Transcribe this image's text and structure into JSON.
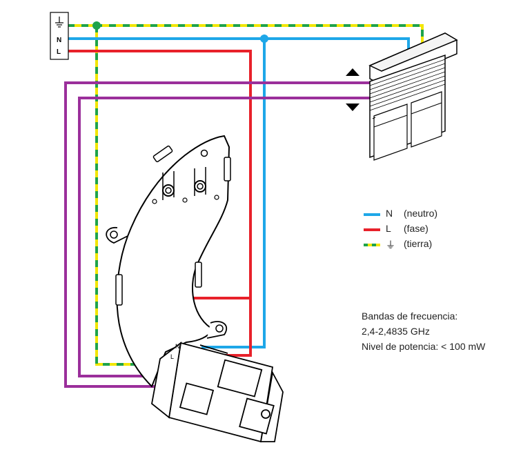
{
  "terminal_block": {
    "neutral": "N",
    "phase": "L"
  },
  "switch_terminals": {
    "neutral": "N",
    "phase": "L"
  },
  "legend": [
    {
      "symbol": "N",
      "description": "(neutro)",
      "color": "#1ea7e8"
    },
    {
      "symbol": "L",
      "description": "(fase)",
      "color": "#e8212a"
    },
    {
      "symbol": "⏚",
      "description": "(tierra)",
      "color": "#f2e600",
      "stripe_color": "#1fa34a"
    }
  ],
  "info": {
    "line1": "Bandas de frecuencia:",
    "line2": "2,4-2,4835 GHz",
    "line3": "Nivel de potencia: < 100 mW"
  },
  "colors": {
    "neutral": "#1ea7e8",
    "phase": "#e8212a",
    "earth_yellow": "#f2e600",
    "earth_green": "#1fa34a",
    "motor": "#9b2f9b"
  },
  "shutter_controls": [
    "arrow-up-icon",
    "arrow-down-icon"
  ]
}
